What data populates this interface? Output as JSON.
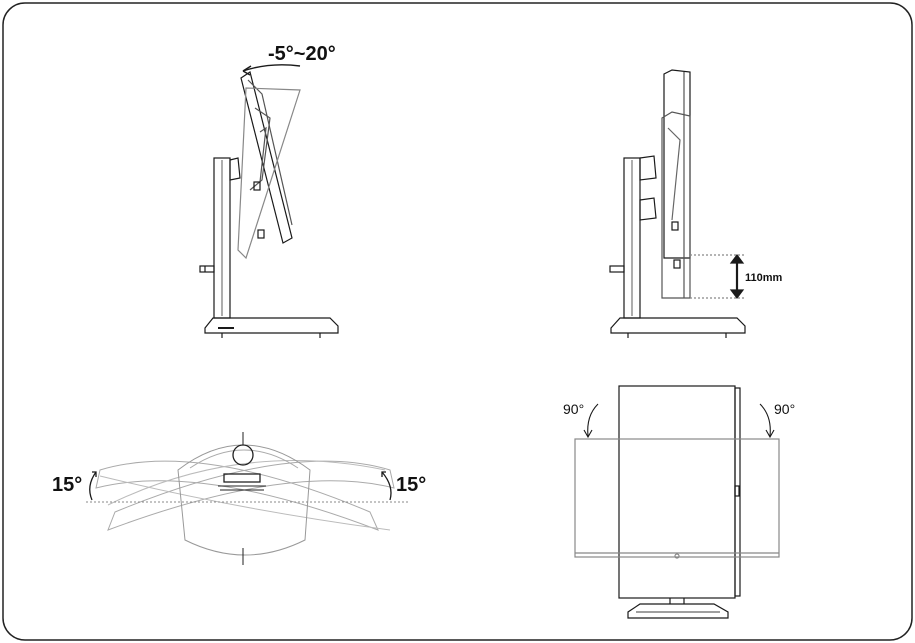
{
  "panels": {
    "tilt": {
      "label": "-5°~20°"
    },
    "height": {
      "label": "110mm"
    },
    "swivel": {
      "left_label": "15°",
      "right_label": "15°"
    },
    "pivot": {
      "left_label": "90°",
      "right_label": "90°"
    }
  },
  "colors": {
    "line": "#1a1a1a",
    "ghost": "#9a9a9a",
    "frame": "#222222"
  }
}
